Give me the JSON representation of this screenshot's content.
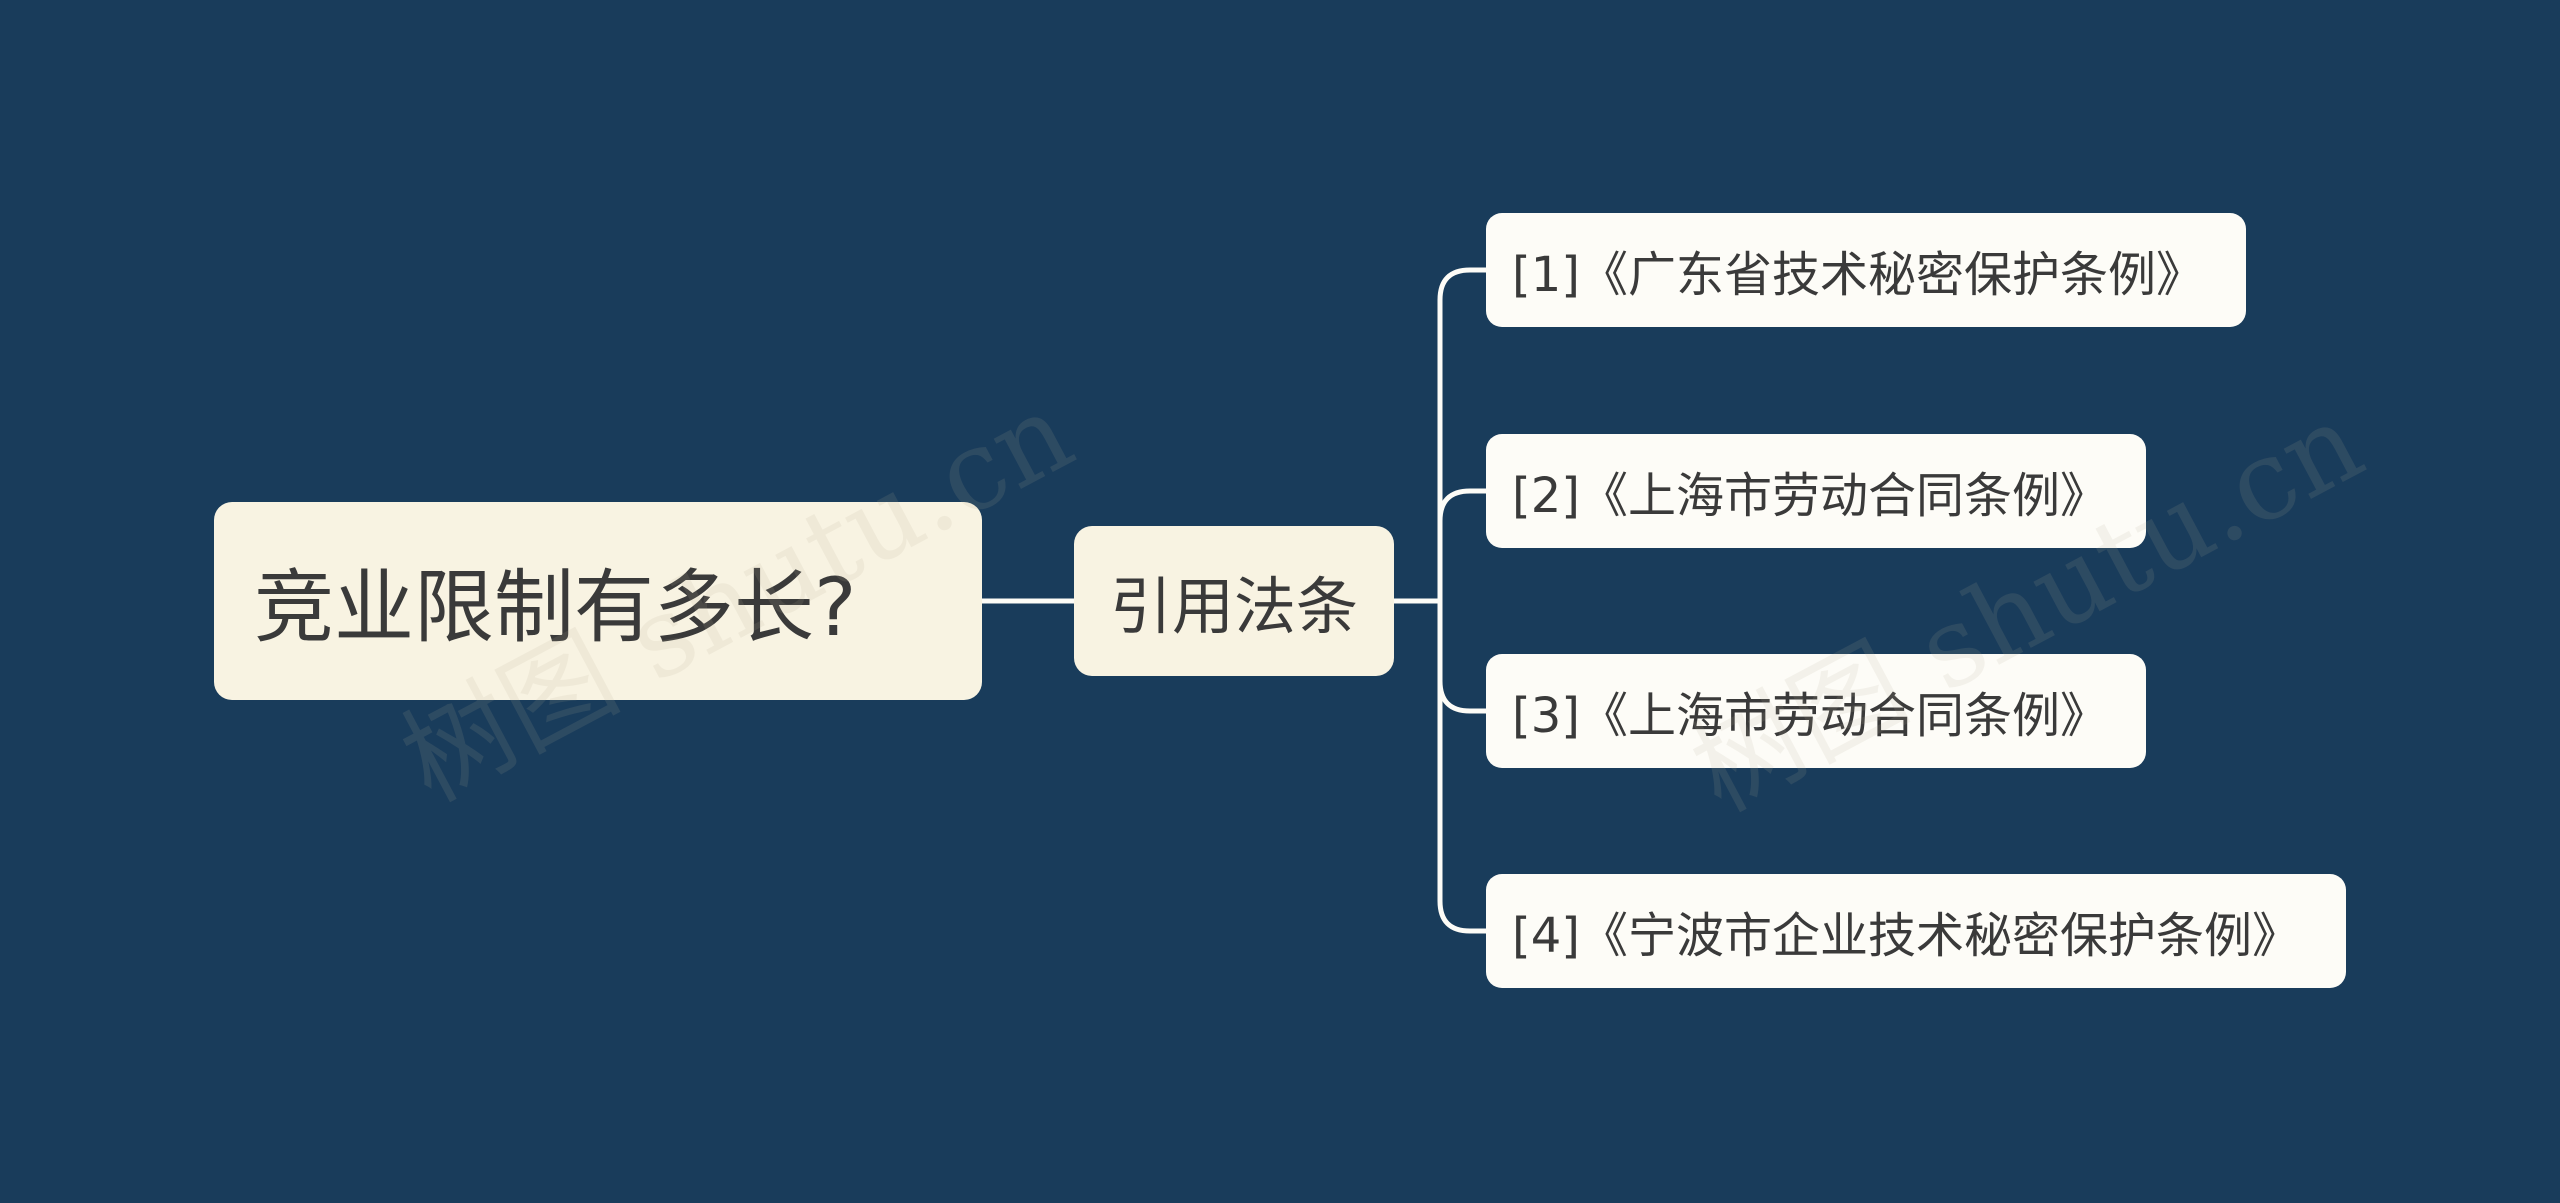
{
  "colors": {
    "background": "#193c5b",
    "root_fill": "#f8f3e2",
    "branch_fill": "#f8f3e2",
    "leaf_fill": "#fdfcf7",
    "text": "#3a3a3a",
    "connector": "#fdfcf7",
    "watermark": "#b7ad96"
  },
  "root": {
    "label": "竞业限制有多长?"
  },
  "branch": {
    "label": "引用法条"
  },
  "leaves": [
    {
      "label": "[1]《广东省技术秘密保护条例》"
    },
    {
      "label": "[2]《上海市劳动合同条例》"
    },
    {
      "label": "[3]《上海市劳动合同条例》"
    },
    {
      "label": "[4]《宁波市企业技术秘密保护条例》"
    }
  ],
  "watermark": {
    "text": "树图 shutu.cn"
  }
}
